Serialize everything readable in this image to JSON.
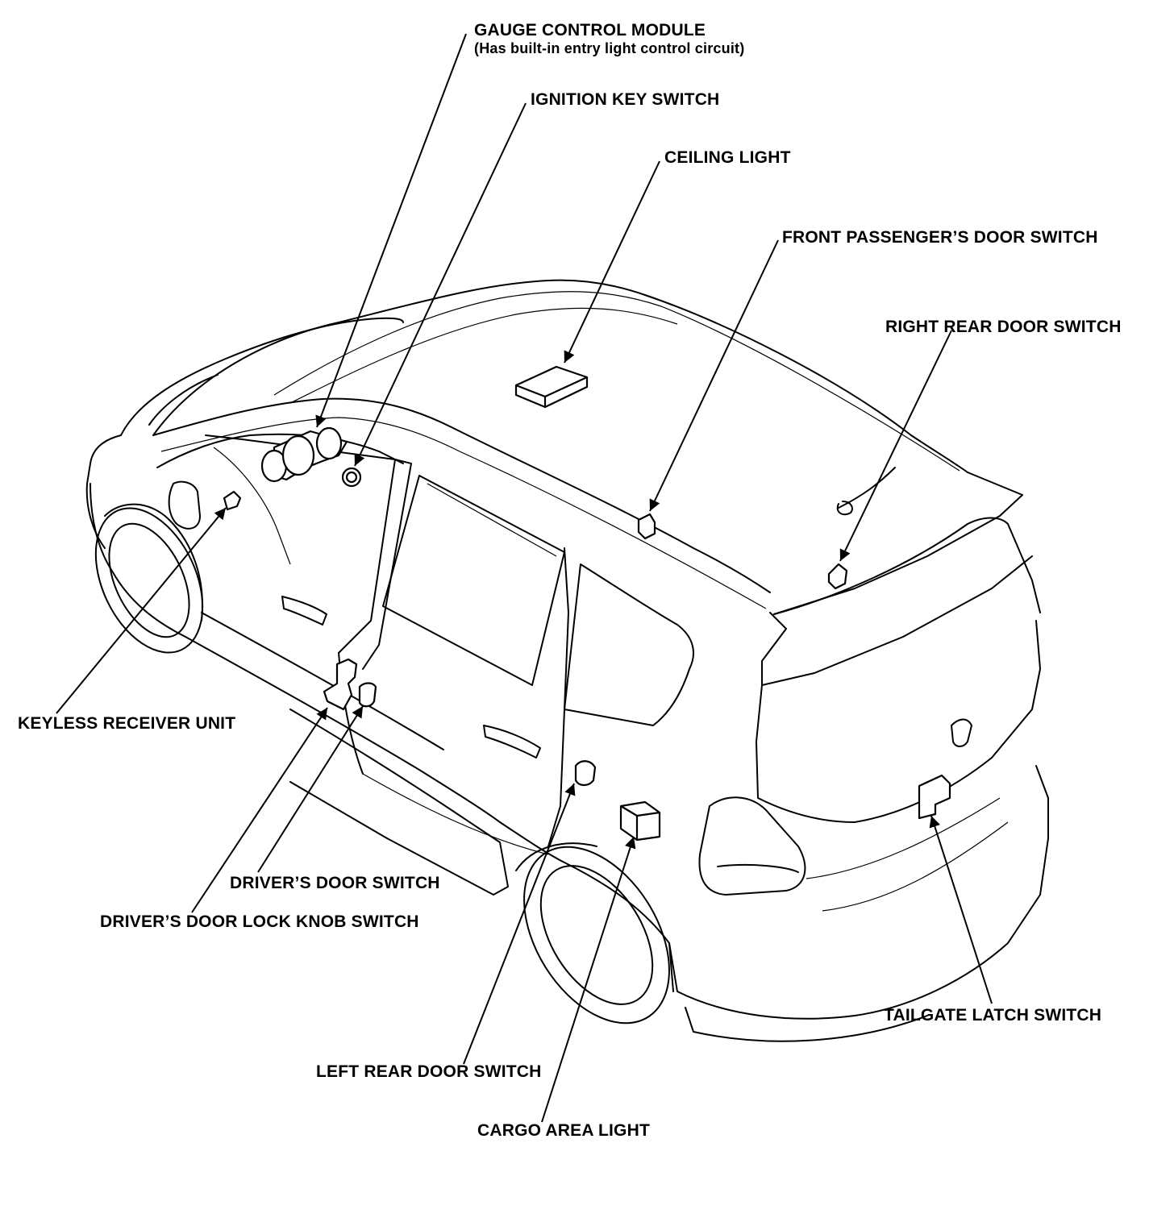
{
  "labels": {
    "gauge_control_module": "GAUGE CONTROL MODULE",
    "gauge_control_module_note": "(Has built-in entry light control circuit)",
    "ignition_key_switch": "IGNITION KEY SWITCH",
    "ceiling_light": "CEILING LIGHT",
    "front_passenger_door_switch": "FRONT PASSENGER’S DOOR SWITCH",
    "right_rear_door_switch": "RIGHT REAR DOOR SWITCH",
    "keyless_receiver_unit": "KEYLESS RECEIVER UNIT",
    "drivers_door_switch": "DRIVER’S DOOR SWITCH",
    "drivers_door_lock_knob_switch": "DRIVER’S DOOR LOCK KNOB SWITCH",
    "left_rear_door_switch": "LEFT REAR DOOR SWITCH",
    "cargo_area_light": "CARGO AREA LIGHT",
    "tailgate_latch_switch": "TAILGATE LATCH SWITCH"
  }
}
